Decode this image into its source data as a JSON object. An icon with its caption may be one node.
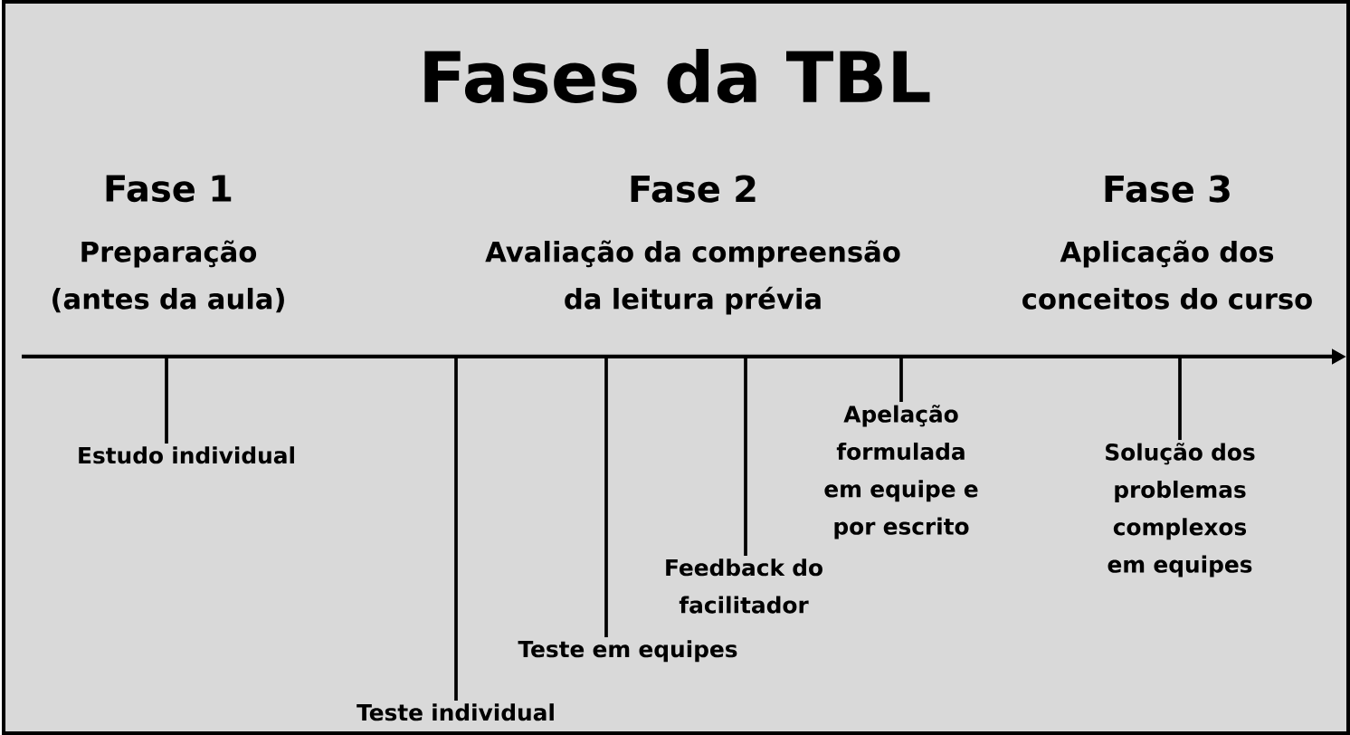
{
  "diagram": {
    "title": "Fases da TBL",
    "nodes": [
      {
        "text": [
          "Estudo individual"
        ]
      },
      {
        "text": [
          "Teste individual"
        ]
      },
      {
        "text": [
          "Teste em equipes"
        ]
      },
      {
        "text": [
          "Feedback do facilitador"
        ]
      },
      {
        "text": [
          "Apelação formulada em equipe e por escrito"
        ]
      },
      {
        "text": [
          "Solução dos problemas complexos em equipes"
        ]
      }
    ],
    "edges": [
      {
        "from": 0,
        "to": null,
        "arrow": "none"
      },
      {
        "from": 1,
        "to": null,
        "arrow": "none"
      },
      {
        "from": 2,
        "to": null,
        "arrow": "none"
      },
      {
        "from": 3,
        "to": null,
        "arrow": "none"
      },
      {
        "from": 4,
        "to": null,
        "arrow": "none"
      },
      {
        "from": 5,
        "to": null,
        "arrow": "none"
      }
    ],
    "labels": [
      "Fase 1",
      "Preparação (antes da aula)",
      "Fase 2",
      "Avaliação da compreensão da leitura prévia",
      "Fase 3",
      "Aplicação dos conceitos do curso"
    ]
  }
}
